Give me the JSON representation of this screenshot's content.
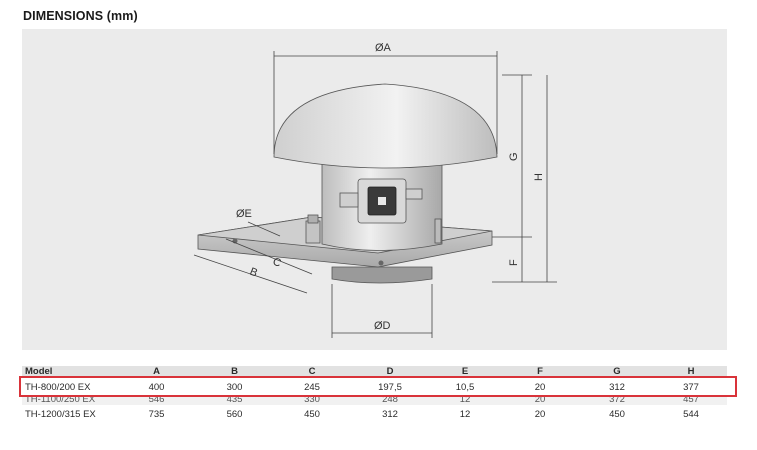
{
  "title": "DIMENSIONS (mm)",
  "dimension_labels": {
    "A": "ØA",
    "B": "B",
    "C": "C",
    "D": "ØD",
    "E": "ØE",
    "F": "F",
    "G": "G",
    "H": "H"
  },
  "table": {
    "headers": [
      "Model",
      "A",
      "B",
      "C",
      "D",
      "E",
      "F",
      "G",
      "H"
    ],
    "rows": [
      [
        "TH-800/200 EX",
        "400",
        "300",
        "245",
        "197,5",
        "10,5",
        "20",
        "312",
        "377"
      ],
      [
        "TH-1100/250 EX",
        "546",
        "435",
        "330",
        "248",
        "12",
        "20",
        "372",
        "457"
      ],
      [
        "TH-1200/315 EX",
        "735",
        "560",
        "450",
        "312",
        "12",
        "20",
        "450",
        "544"
      ]
    ]
  },
  "highlight_color": "#d9333a"
}
